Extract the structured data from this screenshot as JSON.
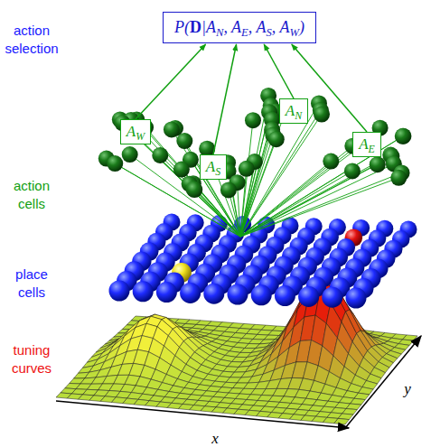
{
  "diagram": {
    "nodes": [
      {
        "text": [
          "P(D|AN, AE, AS, AW)"
        ]
      },
      {
        "text": [
          "AW"
        ]
      },
      {
        "text": [
          "AS"
        ]
      },
      {
        "text": [
          "AN"
        ]
      },
      {
        "text": [
          "AE"
        ]
      }
    ],
    "edges": [
      {
        "from": 1,
        "to": 0,
        "arrow": "to"
      },
      {
        "from": 2,
        "to": 0,
        "arrow": "to"
      },
      {
        "from": 3,
        "to": 0,
        "arrow": "to"
      },
      {
        "from": 4,
        "to": 0,
        "arrow": "to"
      }
    ],
    "labels": [
      "action selection",
      "action cells",
      "place cells",
      "tuning curves",
      "x",
      "y"
    ]
  }
}
